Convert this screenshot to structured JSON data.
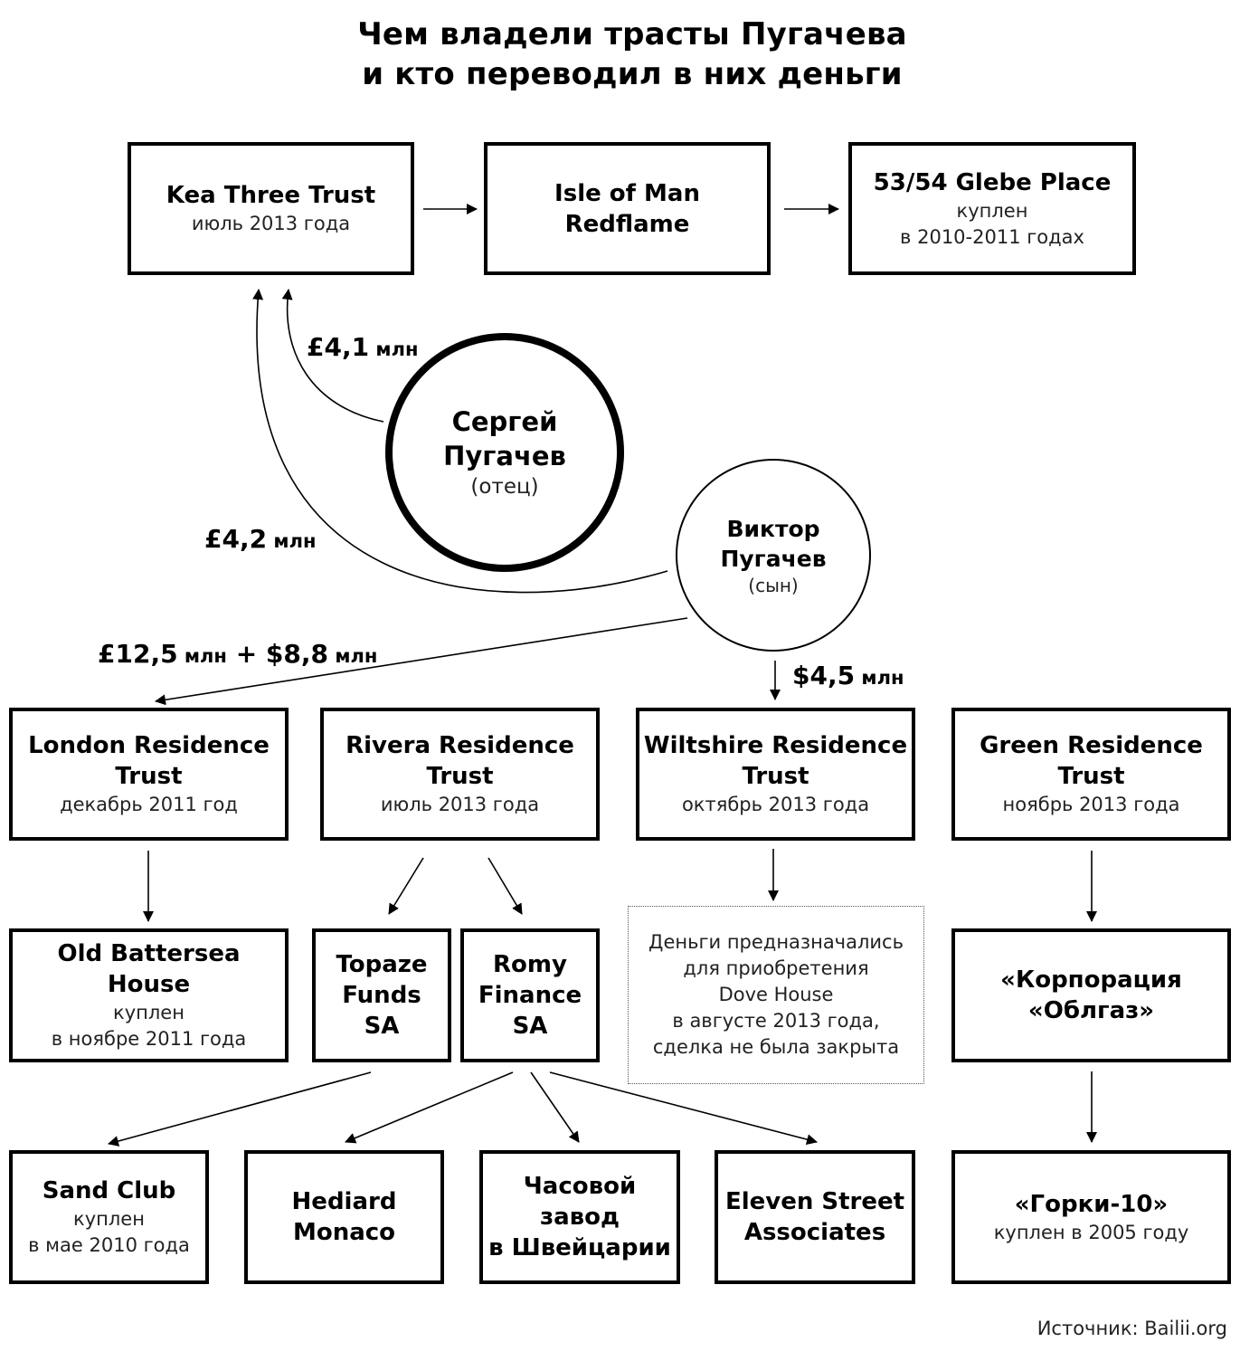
{
  "title": {
    "line1": "Чем владели трасты Пугачева",
    "line2": "и кто переводил в них деньги"
  },
  "boxes": {
    "kea": {
      "name": "Kea Three Trust",
      "sub": "июль 2013 года"
    },
    "isle": {
      "name": "Isle of Man\nRedflame",
      "sub": ""
    },
    "glebe": {
      "name": "53/54 Glebe Place",
      "sub": "куплен\nв 2010-2011 годах"
    },
    "london": {
      "name": "London Residence\nTrust",
      "sub": "декабрь 2011 год"
    },
    "rivera": {
      "name": "Rivera Residence\nTrust",
      "sub": "июль 2013 года"
    },
    "wiltshire": {
      "name": "Wiltshire Residence\nTrust",
      "sub": "октябрь 2013 года"
    },
    "green": {
      "name": "Green Residence\nTrust",
      "sub": "ноябрь 2013 года"
    },
    "battersea": {
      "name": "Old Battersea House",
      "sub": "куплен\nв ноябре 2011 года"
    },
    "topaze": {
      "name": "Topaze\nFunds\nSA",
      "sub": ""
    },
    "romy": {
      "name": "Romy\nFinance\nSA",
      "sub": ""
    },
    "oblgaz": {
      "name": "«Корпорация\n«Облгаз»",
      "sub": ""
    },
    "sandclub": {
      "name": "Sand Club",
      "sub": "куплен\nв мае 2010 года"
    },
    "hediard": {
      "name": "Hediard\nMonaco",
      "sub": ""
    },
    "watch": {
      "name": "Часовой\nзавод\nв Швейцарии",
      "sub": ""
    },
    "eleven": {
      "name": "Eleven Street\nAssociates",
      "sub": ""
    },
    "gorki": {
      "name": "«Горки-10»",
      "sub": "куплен в 2005 году"
    }
  },
  "note": {
    "text": "Деньги предназначались\nдля приобретения\nDove House\nв августе 2013 года,\nсделка не была закрыта"
  },
  "people": {
    "father": {
      "name": "Сергей\nПугачев",
      "role": "(отец)"
    },
    "son": {
      "name": "Виктор\nПугачев",
      "role": "(сын)"
    }
  },
  "amounts": {
    "a41": {
      "value": "£4,1",
      "unit": " млн"
    },
    "a42": {
      "value": "£4,2",
      "unit": " млн"
    },
    "a125a": {
      "value": "£12,5",
      "unit": " млн"
    },
    "plus": " + ",
    "a125b": {
      "value": "$8,8",
      "unit": " млн"
    },
    "a45": {
      "value": "$4,5",
      "unit": " млн"
    }
  },
  "source": "Источник: Bailii.org"
}
